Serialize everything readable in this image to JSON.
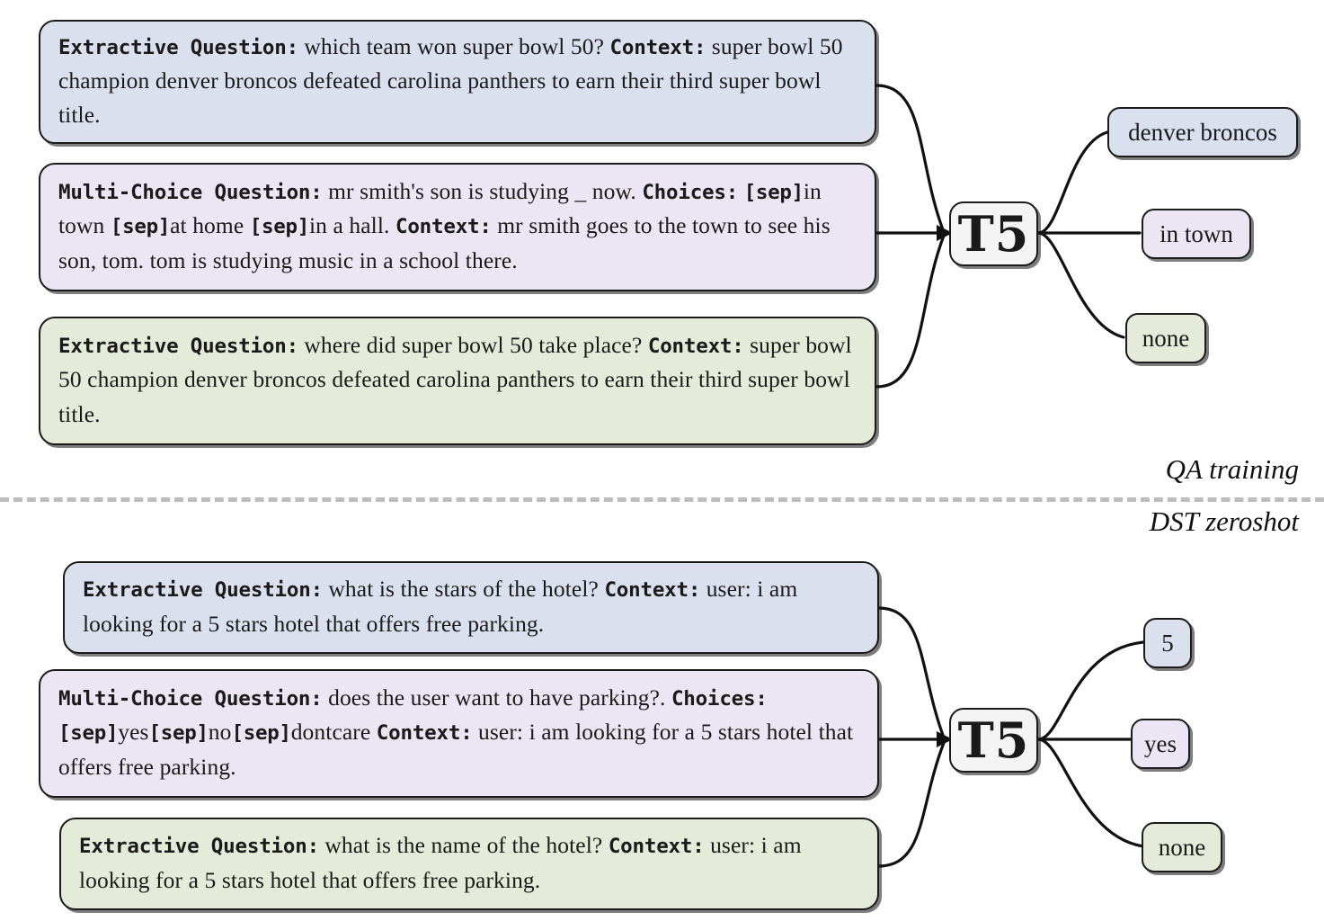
{
  "figure": {
    "model_label": "T5",
    "divider": {
      "above_label": "QA training",
      "below_label": "DST zeroshot"
    },
    "colors": {
      "blue_fill": "#dbe0ee",
      "purple_fill": "#ece5f3",
      "green_fill": "#e4ecd9",
      "model_fill": "#f4f4f4",
      "border": "#1b1b1b",
      "divider": "#bdbdbd"
    }
  },
  "qa_training": {
    "inputs": [
      {
        "kind": "extractive",
        "color": "blue",
        "question_tag": "Extractive Question:",
        "question": "which team won super bowl 50?",
        "context_tag": "Context:",
        "context": "super bowl 50 champion denver broncos defeated carolina panthers to earn their third super bowl title."
      },
      {
        "kind": "multi-choice",
        "color": "purple",
        "question_tag": "Multi-Choice Question:",
        "question": "mr smith's son is studying _ now.",
        "choices_tag": "Choices:",
        "sep_token": "[sep]",
        "choices": [
          "in town",
          "at home",
          "in a hall."
        ],
        "context_tag": "Context:",
        "context": "mr smith goes to the town to see his son, tom. tom is studying music in a school there."
      },
      {
        "kind": "extractive",
        "color": "green",
        "question_tag": "Extractive Question:",
        "question": "where did super bowl 50 take place?",
        "context_tag": "Context:",
        "context": "super bowl 50 champion denver broncos defeated carolina panthers to earn their third super bowl title."
      }
    ],
    "outputs": [
      {
        "color": "blue",
        "text": "denver broncos"
      },
      {
        "color": "purple",
        "text": "in town"
      },
      {
        "color": "green",
        "text": "none"
      }
    ]
  },
  "dst_zeroshot": {
    "inputs": [
      {
        "kind": "extractive",
        "color": "blue",
        "question_tag": "Extractive Question:",
        "question": "what is the stars of the hotel?",
        "context_tag": "Context:",
        "context": "user: i am looking for a 5 stars hotel that offers free parking."
      },
      {
        "kind": "multi-choice",
        "color": "purple",
        "question_tag": "Multi-Choice Question:",
        "question": "does the user want to have parking?.",
        "choices_tag": "Choices:",
        "sep_token": "[sep]",
        "choices": [
          "yes",
          "no",
          "dontcare"
        ],
        "context_tag": "Context:",
        "context": "user: i am looking for a 5 stars hotel that offers free parking."
      },
      {
        "kind": "extractive",
        "color": "green",
        "question_tag": "Extractive Question:",
        "question": "what is the name of the hotel?",
        "context_tag": "Context:",
        "context": "user: i am looking for a 5 stars hotel that offers free parking."
      }
    ],
    "outputs": [
      {
        "color": "blue",
        "text": "5"
      },
      {
        "color": "purple",
        "text": "yes"
      },
      {
        "color": "green",
        "text": "none"
      }
    ]
  }
}
